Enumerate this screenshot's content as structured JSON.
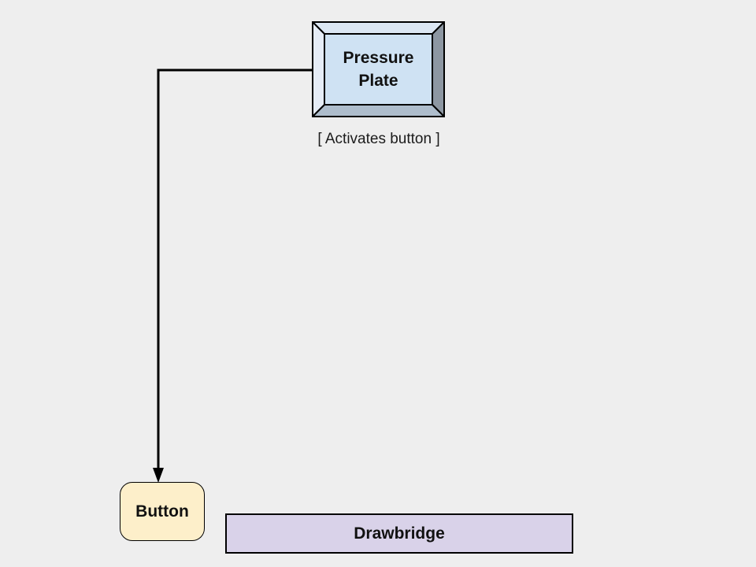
{
  "canvas": {
    "background": "#eeeeee"
  },
  "diagram": {
    "type": "flowchart",
    "nodes": [
      {
        "id": "pressure-plate",
        "label": "Pressure Plate",
        "shape": "beveled-plate",
        "face_fill": "#cfe2f3",
        "bevel_top": "#dce7f3",
        "bevel_left": "#e6edf7",
        "bevel_right": "#8d97a2",
        "bevel_bottom": "#aebdcc",
        "border": "#000000"
      },
      {
        "id": "button",
        "label": "Button",
        "shape": "rounded-rect",
        "fill": "#fdefca",
        "border": "#000000"
      },
      {
        "id": "drawbridge",
        "label": "Drawbridge",
        "shape": "rect",
        "fill": "#d9d2e9",
        "border": "#000000"
      }
    ],
    "edges": [
      {
        "from": "pressure-plate",
        "to": "button",
        "label": "[ Activates button ]",
        "color": "#000000",
        "style": "solid-arrow"
      }
    ]
  }
}
